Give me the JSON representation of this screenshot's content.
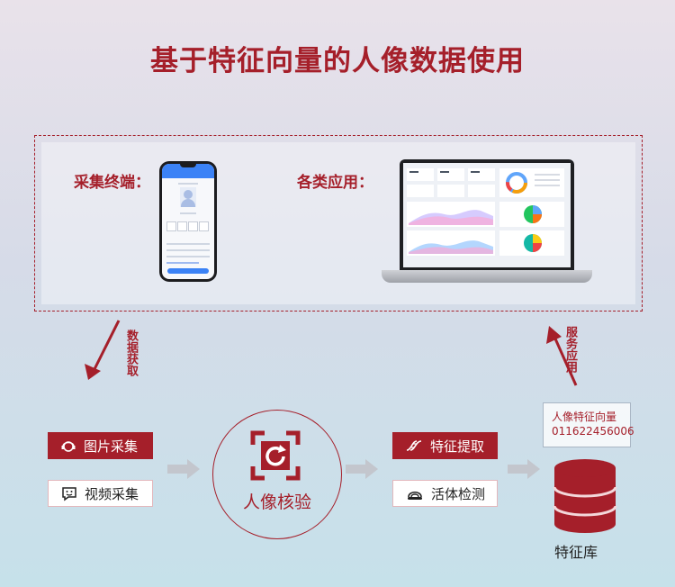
{
  "title": "基于特征向量的人像数据使用",
  "top": {
    "terminal_label": "采集终端：",
    "apps_label": "各类应用："
  },
  "arrows": {
    "left": "数据获取",
    "right": "服务应用"
  },
  "left_tags": {
    "image": "图片采集",
    "video": "视频采集"
  },
  "center": {
    "label": "人像核验"
  },
  "right_tags": {
    "feature": "特征提取",
    "liveness": "活体检测"
  },
  "vector_card": {
    "line1": "人像特征向量",
    "line2": "011622456006"
  },
  "database": {
    "label": "特征库"
  },
  "colors": {
    "primary": "#a51f2a",
    "gray_arrow": "#c3c6cd"
  },
  "icons": {
    "image_tag": "headset-face-icon",
    "video_tag": "chat-face-icon",
    "feature_tag": "dna-icon",
    "liveness_tag": "face-scan-icon",
    "verify": "face-frame-icon",
    "database": "database-icon"
  }
}
